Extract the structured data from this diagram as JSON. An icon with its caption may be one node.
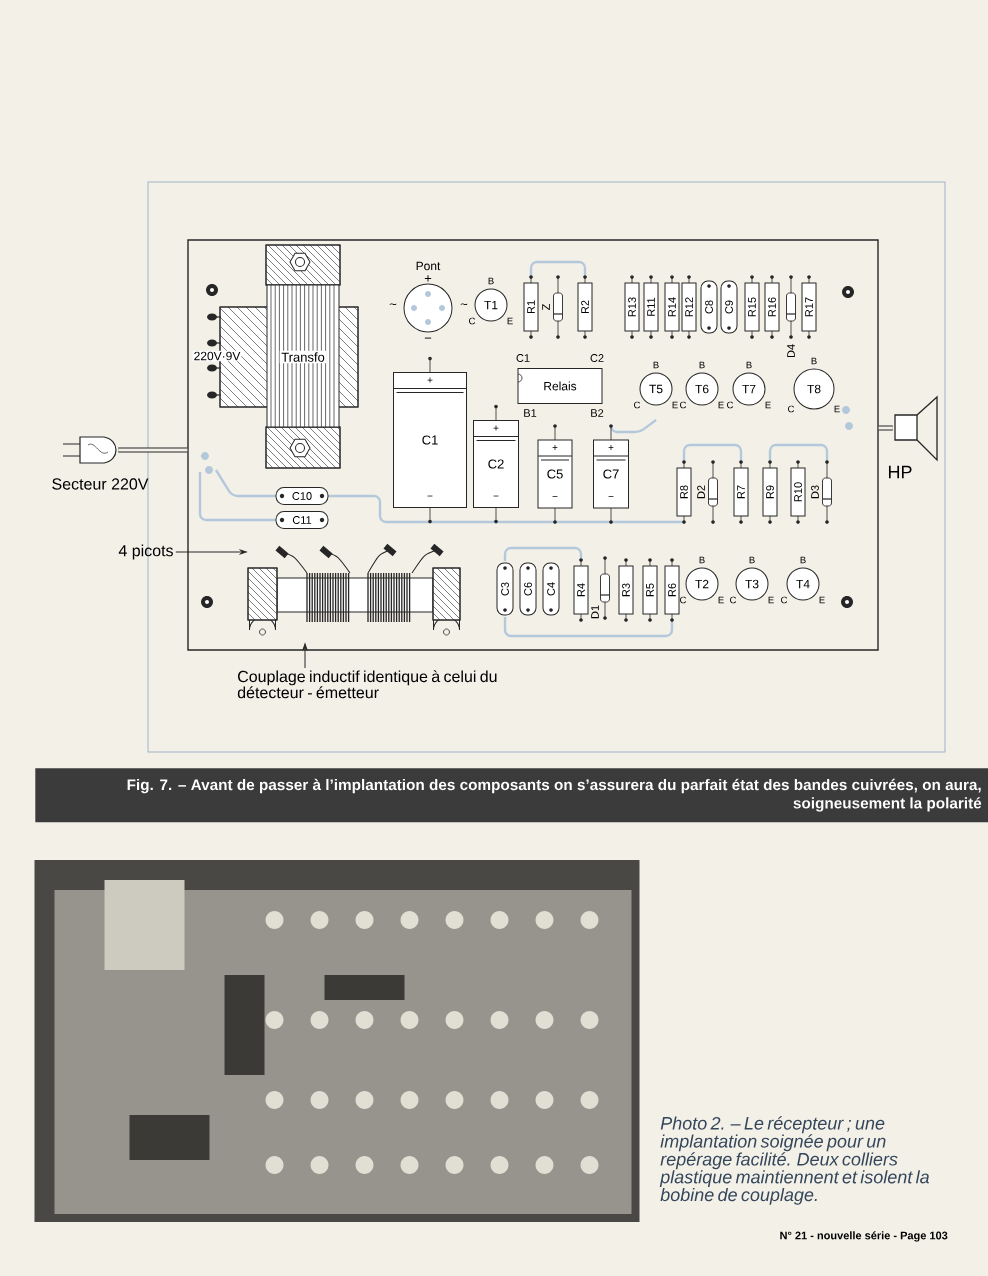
{
  "diagram": {
    "caption": "Fig. 7. – Avant de passer à l’implantation des composants on s’assurera du parfait état des bandes cuivrées, on aura, soigneusement la polarité",
    "nodes": [
      {
        "text": [],
        "shape": "box"
      },
      {
        "text": [
          "220V·9V",
          "Transfo"
        ],
        "in": 0
      },
      {
        "text": [
          "Pont"
        ],
        "beside": [
          "+",
          "~",
          "~",
          "−"
        ],
        "in": 0
      },
      {
        "text": [
          "T1"
        ],
        "beside": [
          "B",
          "C",
          "E"
        ],
        "in": 0
      },
      {
        "text": [
          "R1"
        ],
        "in": 0
      },
      {
        "text": [
          "Z"
        ],
        "in": 0
      },
      {
        "text": [
          "R2"
        ],
        "in": 0
      },
      {
        "text": [
          "R13"
        ],
        "in": 0
      },
      {
        "text": [
          "R11"
        ],
        "in": 0
      },
      {
        "text": [
          "R14"
        ],
        "in": 0
      },
      {
        "text": [
          "R12"
        ],
        "in": 0
      },
      {
        "text": [
          "C8"
        ],
        "in": 0
      },
      {
        "text": [
          "C9"
        ],
        "in": 0
      },
      {
        "text": [
          "R15"
        ],
        "in": 0
      },
      {
        "text": [
          "R16"
        ],
        "in": 0
      },
      {
        "text": [
          "D4"
        ],
        "in": 0
      },
      {
        "text": [
          "R17"
        ],
        "in": 0
      },
      {
        "text": [
          "+",
          "C1",
          "−"
        ],
        "in": 0
      },
      {
        "text": [
          "Relais"
        ],
        "beside": [
          "C1",
          "C2",
          "B1",
          "B2"
        ],
        "in": 0
      },
      {
        "text": [
          "T5"
        ],
        "beside": [
          "B",
          "C",
          "E"
        ],
        "in": 0
      },
      {
        "text": [
          "T6"
        ],
        "beside": [
          "B",
          "C",
          "E"
        ],
        "in": 0
      },
      {
        "text": [
          "T7"
        ],
        "beside": [
          "B",
          "C",
          "E"
        ],
        "in": 0
      },
      {
        "text": [
          "T8"
        ],
        "beside": [
          "B",
          "C",
          "E"
        ],
        "in": 0
      },
      {
        "text": [
          "+",
          "C2",
          "−"
        ],
        "in": 0
      },
      {
        "text": [
          "+",
          "C5",
          "−"
        ],
        "in": 0
      },
      {
        "text": [
          "+",
          "C7",
          "−"
        ],
        "in": 0
      },
      {
        "text": [
          "C10"
        ],
        "in": 0
      },
      {
        "text": [
          "C11"
        ],
        "in": 0
      },
      {
        "text": [
          "R8"
        ],
        "in": 0
      },
      {
        "text": [
          "D2"
        ],
        "in": 0
      },
      {
        "text": [
          "R7"
        ],
        "in": 0
      },
      {
        "text": [
          "R9"
        ],
        "in": 0
      },
      {
        "text": [
          "R10"
        ],
        "in": 0
      },
      {
        "text": [
          "D3"
        ],
        "in": 0
      },
      {
        "text": [
          "C3"
        ],
        "in": 0
      },
      {
        "text": [
          "C6"
        ],
        "in": 0
      },
      {
        "text": [
          "C4"
        ],
        "in": 0
      },
      {
        "text": [
          "R4"
        ],
        "in": 0
      },
      {
        "text": [
          "D1"
        ],
        "in": 0
      },
      {
        "text": [
          "R3"
        ],
        "in": 0
      },
      {
        "text": [
          "R5"
        ],
        "in": 0
      },
      {
        "text": [
          "R6"
        ],
        "in": 0
      },
      {
        "text": [
          "T2"
        ],
        "beside": [
          "B",
          "C",
          "E"
        ],
        "in": 0
      },
      {
        "text": [
          "T3"
        ],
        "beside": [
          "B",
          "C",
          "E"
        ],
        "in": 0
      },
      {
        "text": [
          "T4"
        ],
        "beside": [
          "B",
          "C",
          "E"
        ],
        "in": 0
      },
      {
        "text": [],
        "shape": "picture",
        "in": 0
      },
      {
        "text": [
          "Secteur 220V"
        ]
      },
      {
        "text": [
          "HP"
        ]
      },
      {
        "text": [
          "4 picots"
        ]
      },
      {
        "text": [
          "Couplage inductif identique à celui du détecteur - émetteur"
        ]
      },
      {
        "text": [],
        "shape": "picture"
      }
    ],
    "edges": [
      {
        "from": 46,
        "to": 0,
        "arrow": "none",
        "style": "thick"
      },
      {
        "from": 47,
        "to": 0,
        "arrow": "none",
        "style": "thick"
      },
      {
        "from": 48,
        "to": 45,
        "arrow": "to"
      },
      {
        "from": 49,
        "to": 45,
        "arrow": "to"
      }
    ],
    "labels": [
      "Photo 2. – Le récepteur ; une implantation soignée pour un repérage facilité. Deux colliers plastique maintiennent et isolent la bobine de couplage.",
      "N° 21 - nouvelle série - Page 103"
    ]
  }
}
